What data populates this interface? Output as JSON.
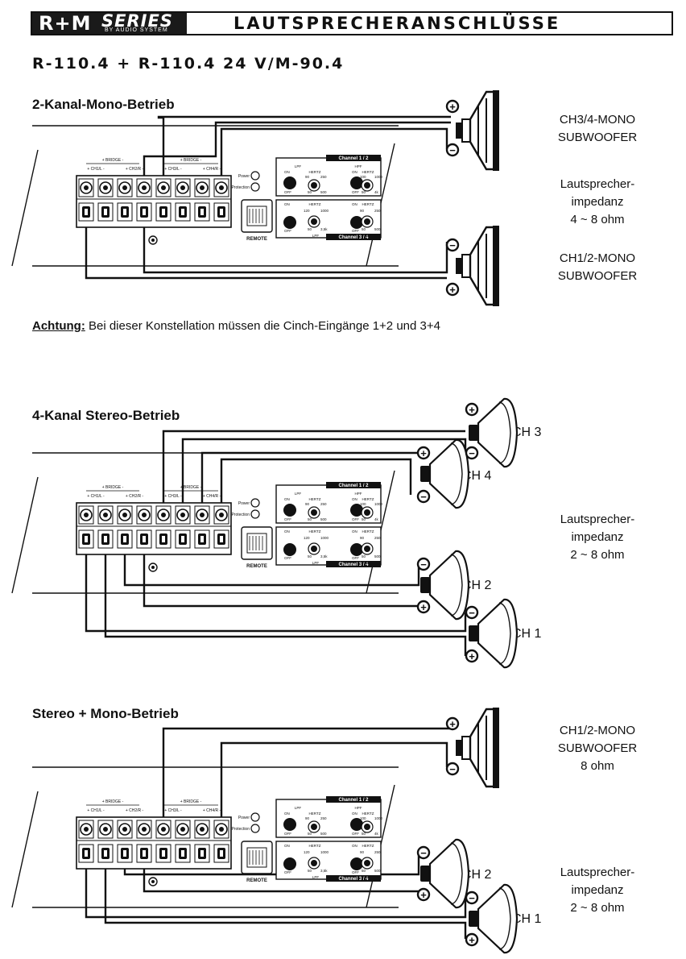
{
  "header": {
    "brand": "R+M",
    "series": "SERIES",
    "by": "BY AUDIO SYSTEM",
    "title": "LAUTSPRECHERANSCHLÜSSE"
  },
  "model": "R-110.4 + R-110.4 24 V/M-90.4",
  "amp": {
    "bridge": "+ BRIDGE -",
    "ch1l": "+ CH1/L -",
    "ch2r": "+ CH2/R -",
    "ch3l": "+ CH3/L -",
    "ch4r": "+ CH4/R -",
    "power": "Power",
    "protection": "Protection",
    "remote": "REMOTE",
    "channel12": "Channel 1 / 2",
    "channel34": "Channel 3 / 4",
    "lpf": "LPF",
    "hpf": "HPF",
    "hertz": "HERTZ",
    "on": "ON",
    "off": "OFF",
    "k90": "90",
    "k250": "250",
    "k50": "50",
    "k500": "500",
    "k100": "100",
    "k1000": "1000",
    "k4k": "4k",
    "k120": "120",
    "k35k": "3,5k"
  },
  "polarity": {
    "plus": "+",
    "minus": "−"
  },
  "sections": [
    {
      "title": "2-Kanal-Mono-Betrieb",
      "speakers": [
        "CH3/4-MONO\nSUBWOOFER",
        "CH1/2-MONO\nSUBWOOFER"
      ],
      "impedance": "Lautsprecher-\nimpedanz\n4 ~ 8 ohm"
    },
    {
      "title": "4-Kanal Stereo-Betrieb",
      "speakers": [
        "CH 3",
        "CH 4",
        "CH 2",
        "CH 1"
      ],
      "impedance": "Lautsprecher-\nimpedanz\n2 ~ 8 ohm"
    },
    {
      "title": "Stereo + Mono-Betrieb",
      "speakers": [
        "CH1/2-MONO\nSUBWOOFER\n8 ohm",
        "CH 2",
        "CH 1"
      ],
      "impedance": "Lautsprecher-\nimpedanz\n2 ~ 8 ohm"
    }
  ],
  "note": {
    "label": "Achtung:",
    "text": " Bei dieser Konstellation müssen die Cinch-Eingänge 1+2 und 3+4"
  }
}
